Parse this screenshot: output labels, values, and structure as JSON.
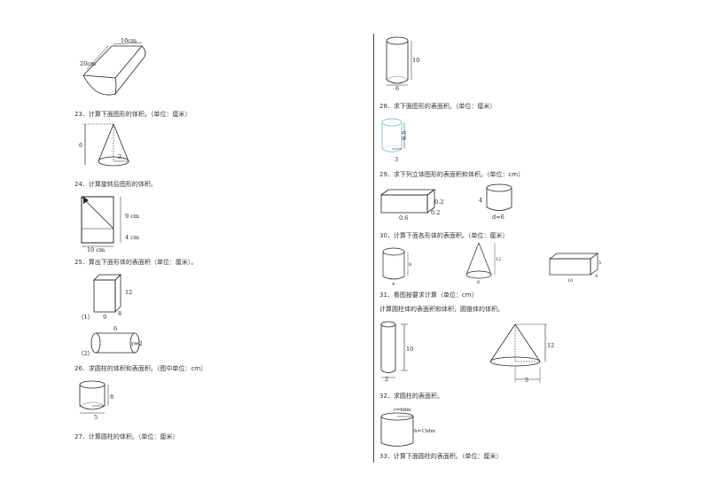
{
  "questions": {
    "q23": "23．计算下面图形的体积。（单位：厘米）",
    "q24": "24．计算旋转后图形的体积。",
    "q25": "25．算出下面形体的表面积（单位：厘米）。",
    "q26": "26．求圆柱的体积和表面积。（图中单位：cm）",
    "q27": "27．计算圆柱的体积。（单位：厘米）",
    "q28": "28．求下面图形的表面积。（单位：厘米）",
    "q29": "29．求下列立体图形的表面积和体积。（单位：cm）",
    "q30": "30．计算下面各形体的表面积。（单位：厘米）",
    "q31": "31．看图按要求计算（单位：cm）",
    "q31_sub": "计算圆柱体的表面积和体积，圆锥体的体积。",
    "q32": "32．求圆柱的表面积。",
    "q33": "33．计算下面圆柱的表面积。（单位：厘米）"
  },
  "labels": {
    "half_cyl_w": "10cm",
    "half_cyl_l": "20cm",
    "cone23_h": "6",
    "cone23_r": "2",
    "trap_h1": "9 cm",
    "trap_h2": "4 cm",
    "trap_w": "10 cm",
    "q25_1": "（1）",
    "q25_2": "（2）",
    "prism_h": "12",
    "prism_w": "9",
    "prism_d": "8",
    "cyl25_l": "6",
    "cyl25_r": "r=2",
    "cyl26_h": "8",
    "cyl26_d": "5",
    "cyl_top_h": "10",
    "cyl_top_d": "6",
    "cyl28_h": "6.5",
    "cyl28_r": "3",
    "box29_a": "0.2",
    "box29_b": "0.2",
    "box29_c": "0.6",
    "cyl29_h": "4",
    "cyl29_d": "d=6",
    "q30_cyl_h": "8",
    "q30_cyl_d": "4",
    "q30_cone_h": "12",
    "q30_cone_d": "6",
    "q30_box_h": "5",
    "q30_box_w": "10",
    "q30_box_d": "4",
    "q31_cyl_h": "10",
    "q31_cyl_d": "2",
    "q31_cone_h": "12",
    "q31_cone_r": "5",
    "q32_r": "r=6dm",
    "q32_h": "h=15dm"
  }
}
